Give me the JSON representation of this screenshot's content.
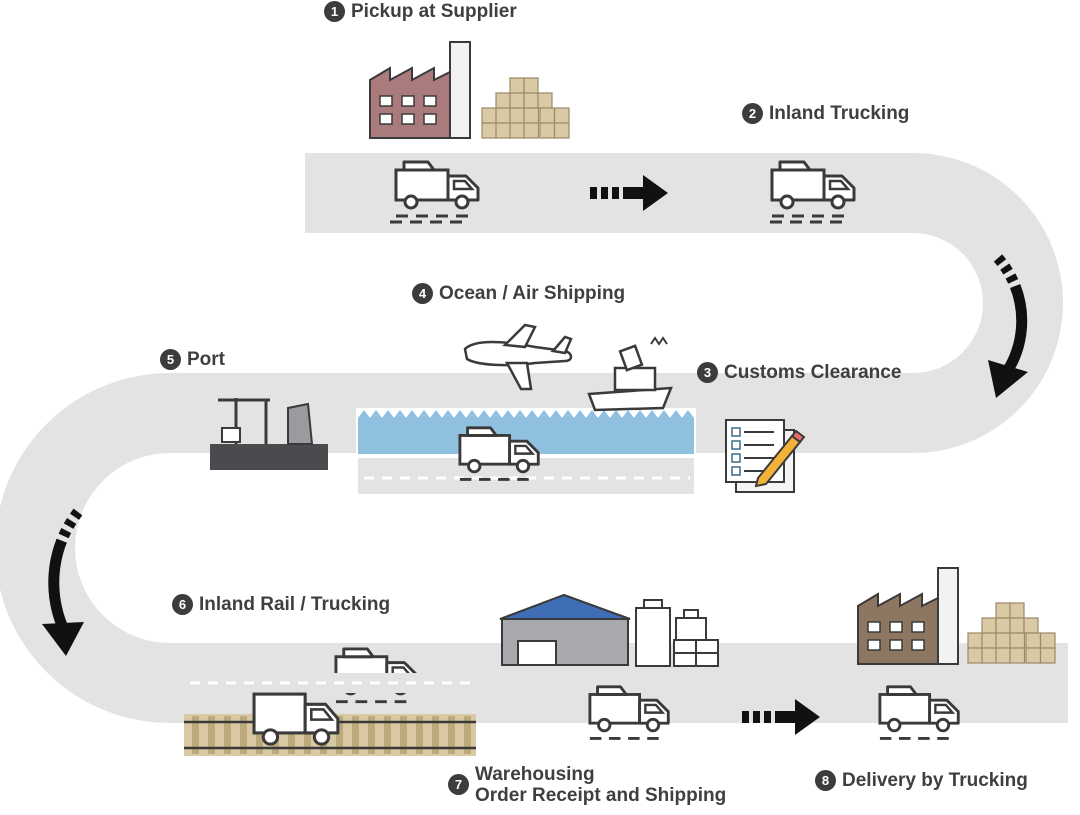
{
  "colors": {
    "road": "#e3e3e3",
    "road_line": "#ffffff",
    "truck_outline": "#3a3a3a",
    "arrow": "#111111",
    "factory_supplier": "#a97b7d",
    "factory_customer": "#8e7762",
    "boxes": "#d9c9a5",
    "water": "#8fc0e0",
    "roof": "#3f6eb5",
    "warehouse_wall": "#a8a9ad",
    "port_deck": "#4b4b4f",
    "rail_sleepers": "#d8c9a3",
    "step_badge": "#3c3c3c"
  },
  "steps": [
    {
      "num": "1",
      "label": "Pickup at Supplier"
    },
    {
      "num": "2",
      "label": "Inland Trucking"
    },
    {
      "num": "3",
      "label": "Customs Clearance"
    },
    {
      "num": "4",
      "label": "Ocean / Air Shipping"
    },
    {
      "num": "5",
      "label": "Port"
    },
    {
      "num": "6",
      "label": "Inland Rail / Trucking"
    },
    {
      "num": "7",
      "label": "Warehousing",
      "label2": "Order Receipt and Shipping"
    },
    {
      "num": "8",
      "label": "Delivery by Trucking"
    }
  ],
  "icons": [
    "factory-icon",
    "boxes-icon",
    "truck-icon",
    "arrow-right-icon",
    "curved-arrow-icon",
    "airplane-icon",
    "ship-icon",
    "documents-pencil-icon",
    "port-crane-icon",
    "warehouse-icon",
    "shopping-bags-icon",
    "train-rail-icon"
  ]
}
